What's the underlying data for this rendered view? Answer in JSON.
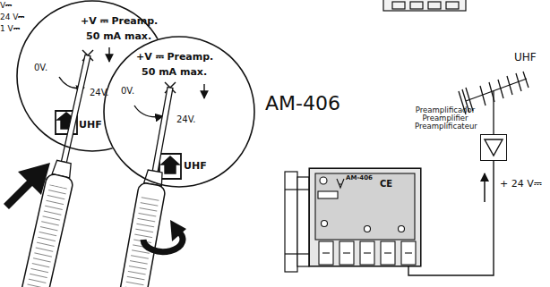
{
  "diagram": {
    "nodes": [
      {
        "text": [
          "+V ⎓ Preamp.",
          "50 mA max.",
          "0V.",
          "24V.",
          "UHF"
        ]
      },
      {
        "text": [
          "+V ⎓ Preamp.",
          "50 mA max.",
          "0V.",
          "24V.",
          "UHF"
        ]
      },
      {
        "text": [
          "AM-406",
          "AM-406"
        ]
      },
      {
        "text": [
          "Preamplificador Preamplifier Preamplificateur"
        ]
      }
    ],
    "edges": [
      {
        "from": 2,
        "to": 3,
        "arrow": "none"
      }
    ],
    "labels": [
      "V⎓",
      "24 V⎓",
      "1 V⎓",
      "UHF",
      "+ 24 V⎓",
      "CE"
    ]
  }
}
